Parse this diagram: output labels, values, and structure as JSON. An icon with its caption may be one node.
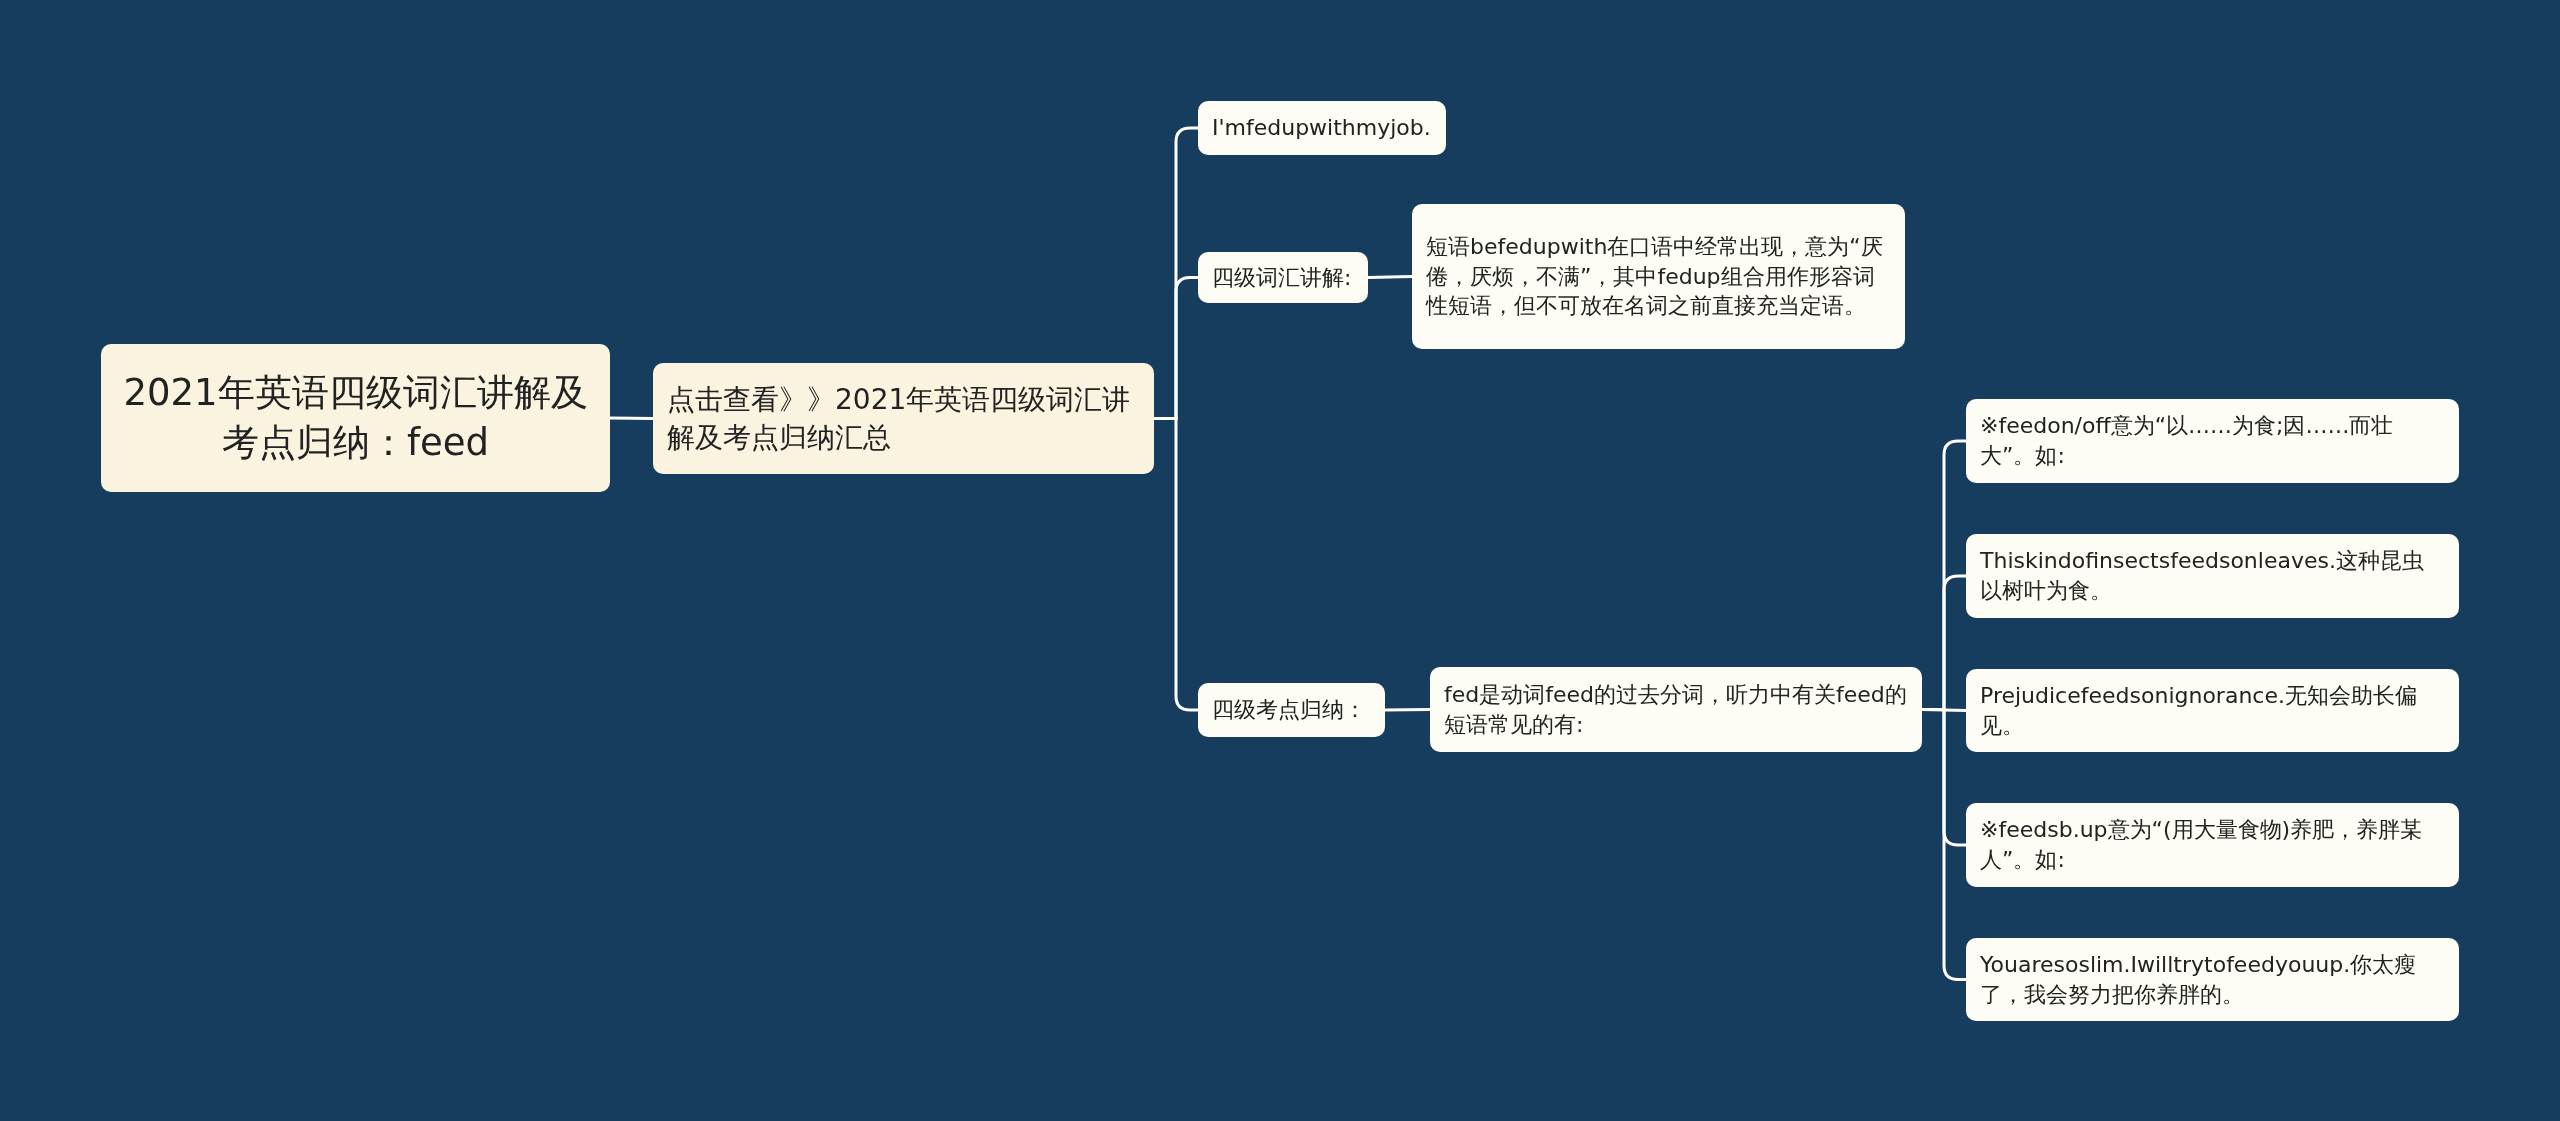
{
  "diagram": {
    "nodes": [
      {
        "text": [
          "2021年英语四级词汇讲解及考点归纳：feed"
        ]
      },
      {
        "text": [
          "点击查看》》2021年英语四级词汇讲解及考点归纳汇总"
        ]
      },
      {
        "text": [
          "I'mfedupwithmyjob."
        ]
      },
      {
        "text": [
          "四级词汇讲解:"
        ]
      },
      {
        "text": [
          "短语befedupwith在口语中经常出现，意为“厌倦，厌烦，不满”，其中fedup组合用作形容词性短语，但不可放在名词之前直接充当定语。"
        ]
      },
      {
        "text": [
          "四级考点归纳："
        ]
      },
      {
        "text": [
          "fed是动词feed的过去分词，听力中有关feed的短语常见的有:"
        ]
      },
      {
        "text": [
          "※feedon/off意为“以……为食;因……而壮大”。如:"
        ]
      },
      {
        "text": [
          "Thiskindofinsectsfeedsonleaves.这种昆虫以树叶为食。"
        ]
      },
      {
        "text": [
          "Prejudicefeedsonignorance.无知会助长偏见。"
        ]
      },
      {
        "text": [
          "※feedsb.up意为“(用大量食物)养肥，养胖某人”。如:"
        ]
      },
      {
        "text": [
          "Youaresoslim.Iwilltrytofeedyouup.你太瘦了，我会努力把你养胖的。"
        ]
      }
    ],
    "edges": [
      {
        "from": 0,
        "to": 1,
        "arrow": "none"
      },
      {
        "from": 1,
        "to": 2,
        "arrow": "none"
      },
      {
        "from": 1,
        "to": 3,
        "arrow": "none"
      },
      {
        "from": 3,
        "to": 4,
        "arrow": "none"
      },
      {
        "from": 1,
        "to": 5,
        "arrow": "none"
      },
      {
        "from": 5,
        "to": 6,
        "arrow": "none"
      },
      {
        "from": 6,
        "to": 7,
        "arrow": "none"
      },
      {
        "from": 6,
        "to": 8,
        "arrow": "none"
      },
      {
        "from": 6,
        "to": 9,
        "arrow": "none"
      },
      {
        "from": 6,
        "to": 10,
        "arrow": "none"
      },
      {
        "from": 6,
        "to": 11,
        "arrow": "none"
      }
    ]
  }
}
